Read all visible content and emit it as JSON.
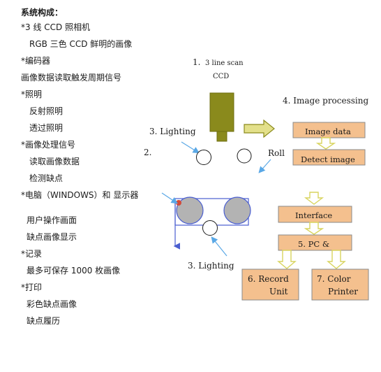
{
  "left_text": {
    "title": "系统构成：",
    "items": [
      "*3 线 CCD 照相机",
      "RGB 三色 CCD 鲜明的画像",
      "*编码器",
      "画像数据读取触发周期信号",
      "*照明",
      "反射照明",
      "透过照明",
      "*画像处理信号",
      "读取画像数据",
      "检测缺点",
      "*电脑（WINDOWS）和 显示器",
      "用户操作画面",
      "缺点画像显示",
      "*记录",
      "最多可保存 1000 枚画像",
      "*打印",
      "彩色缺点画像",
      "缺点履历"
    ]
  },
  "diagram": {
    "labels": {
      "ccd_number": "1.",
      "ccd_line1": "3 line scan",
      "ccd_line2": "CCD",
      "image_processing": "4. Image processing",
      "lighting_top": "3. Lighting",
      "step2": "2.",
      "roll": "Roll",
      "lighting_bottom": "3. Lighting"
    },
    "boxes": {
      "image_data": "Image data",
      "detect_image": "Detect image",
      "interface": "Interface",
      "pc": "5. PC &",
      "record_line1": "6.  Record",
      "record_line2": "Unit",
      "printer_line1": "7. Color",
      "printer_line2": "Printer"
    },
    "colors": {
      "box_fill": "#f4c08e",
      "box_stroke": "#8a8a8a",
      "arrow_yellow": "#e3e08a",
      "camera_olive": "#8a8a1c",
      "roller_gray": "#b3b3b3",
      "belt_blue": "#4a5ed0",
      "callout_blue": "#5aa8e6",
      "red_dot": "#d24a3a"
    }
  }
}
